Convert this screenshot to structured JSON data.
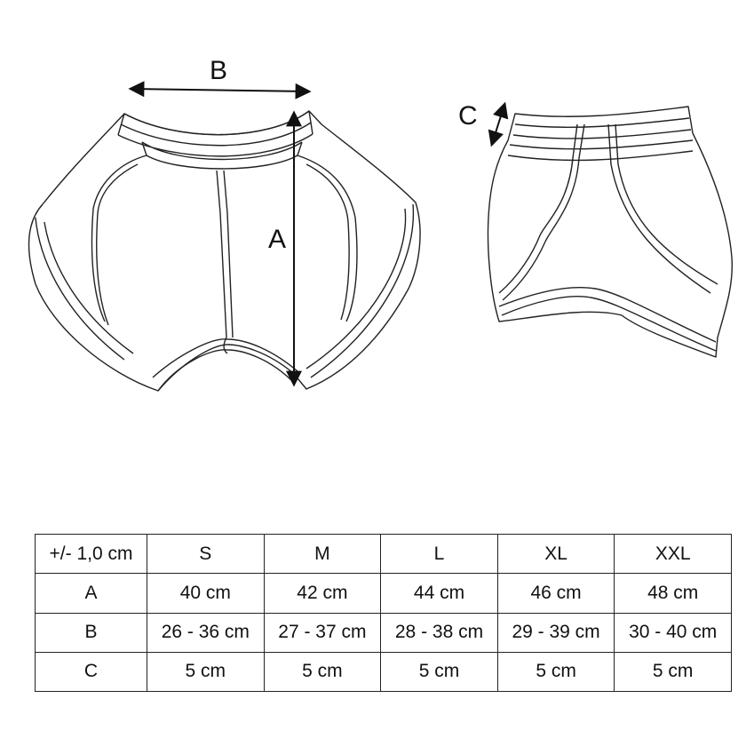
{
  "diagram": {
    "front_view": {
      "label_width": "B",
      "label_length": "A"
    },
    "side_view": {
      "label_waistband": "C"
    }
  },
  "size_table": {
    "header": [
      "+/- 1,0 cm",
      "S",
      "M",
      "L",
      "XL",
      "XXL"
    ],
    "rows": [
      [
        "A",
        "40 cm",
        "42 cm",
        "44 cm",
        "46 cm",
        "48 cm"
      ],
      [
        "B",
        "26 - 36 cm",
        "27 - 37 cm",
        "28 - 38 cm",
        "29 - 39 cm",
        "30 - 40 cm"
      ],
      [
        "C",
        "5 cm",
        "5 cm",
        "5 cm",
        "5 cm",
        "5 cm"
      ]
    ]
  },
  "colors": {
    "line": "#222222",
    "background": "#ffffff"
  }
}
